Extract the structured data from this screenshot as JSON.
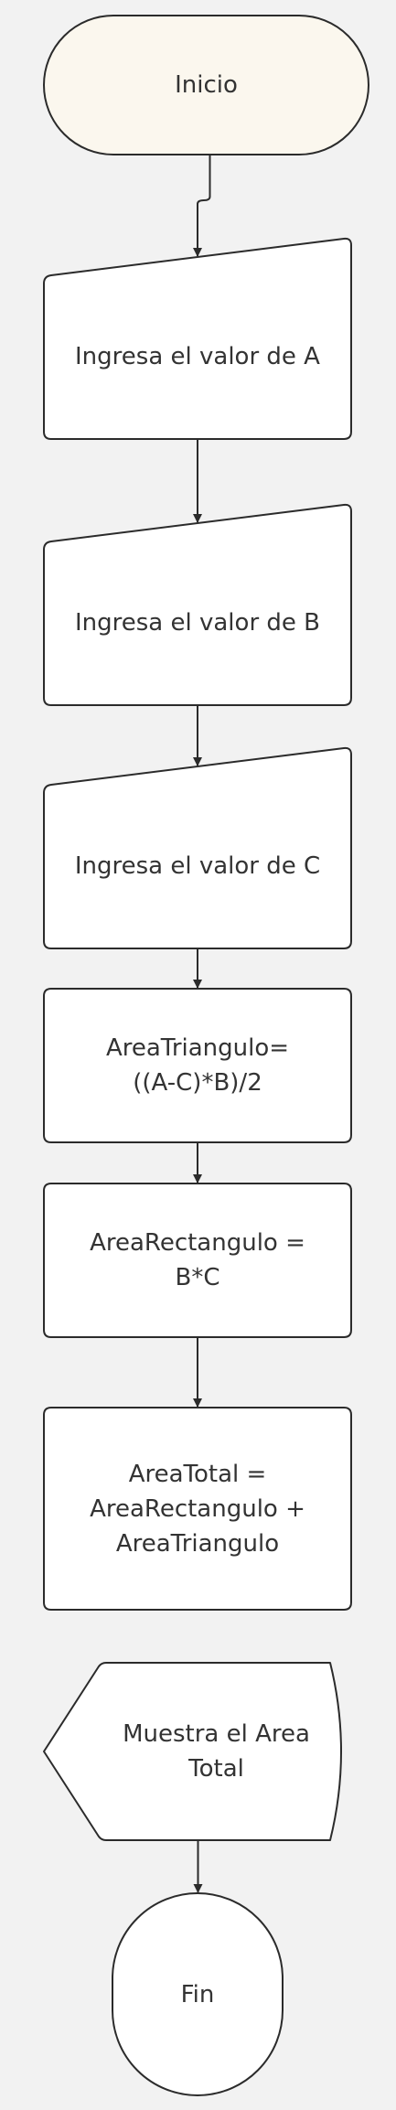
{
  "colors": {
    "background": "#f2f2f2",
    "stroke": "#2b2b2b",
    "fill": "#ffffff",
    "start_fill": "#fbf7ee",
    "text": "#333333"
  },
  "flowchart": {
    "nodes": [
      {
        "id": "start",
        "shape": "terminator",
        "label": "Inicio"
      },
      {
        "id": "input-a",
        "shape": "manual-input",
        "label": "Ingresa el valor de A"
      },
      {
        "id": "input-b",
        "shape": "manual-input",
        "label": "Ingresa el valor de B"
      },
      {
        "id": "input-c",
        "shape": "manual-input",
        "label": "Ingresa el valor de C"
      },
      {
        "id": "calc-triangle",
        "shape": "process",
        "label": "AreaTriangulo=\n((A-C)*B)/2"
      },
      {
        "id": "calc-rectangle",
        "shape": "process",
        "label": "AreaRectangulo =\nB*C"
      },
      {
        "id": "calc-total",
        "shape": "process",
        "label": "AreaTotal =\nAreaRectangulo +\nAreaTriangulo"
      },
      {
        "id": "display-total",
        "shape": "display",
        "label": "Muestra el Area\nTotal"
      },
      {
        "id": "end",
        "shape": "terminator-round",
        "label": "Fin"
      }
    ],
    "edges": [
      {
        "from": "start",
        "to": "input-a"
      },
      {
        "from": "input-a",
        "to": "input-b"
      },
      {
        "from": "input-b",
        "to": "input-c"
      },
      {
        "from": "input-c",
        "to": "calc-triangle"
      },
      {
        "from": "calc-triangle",
        "to": "calc-rectangle"
      },
      {
        "from": "calc-rectangle",
        "to": "calc-total"
      },
      {
        "from": "display-total",
        "to": "end"
      }
    ]
  }
}
